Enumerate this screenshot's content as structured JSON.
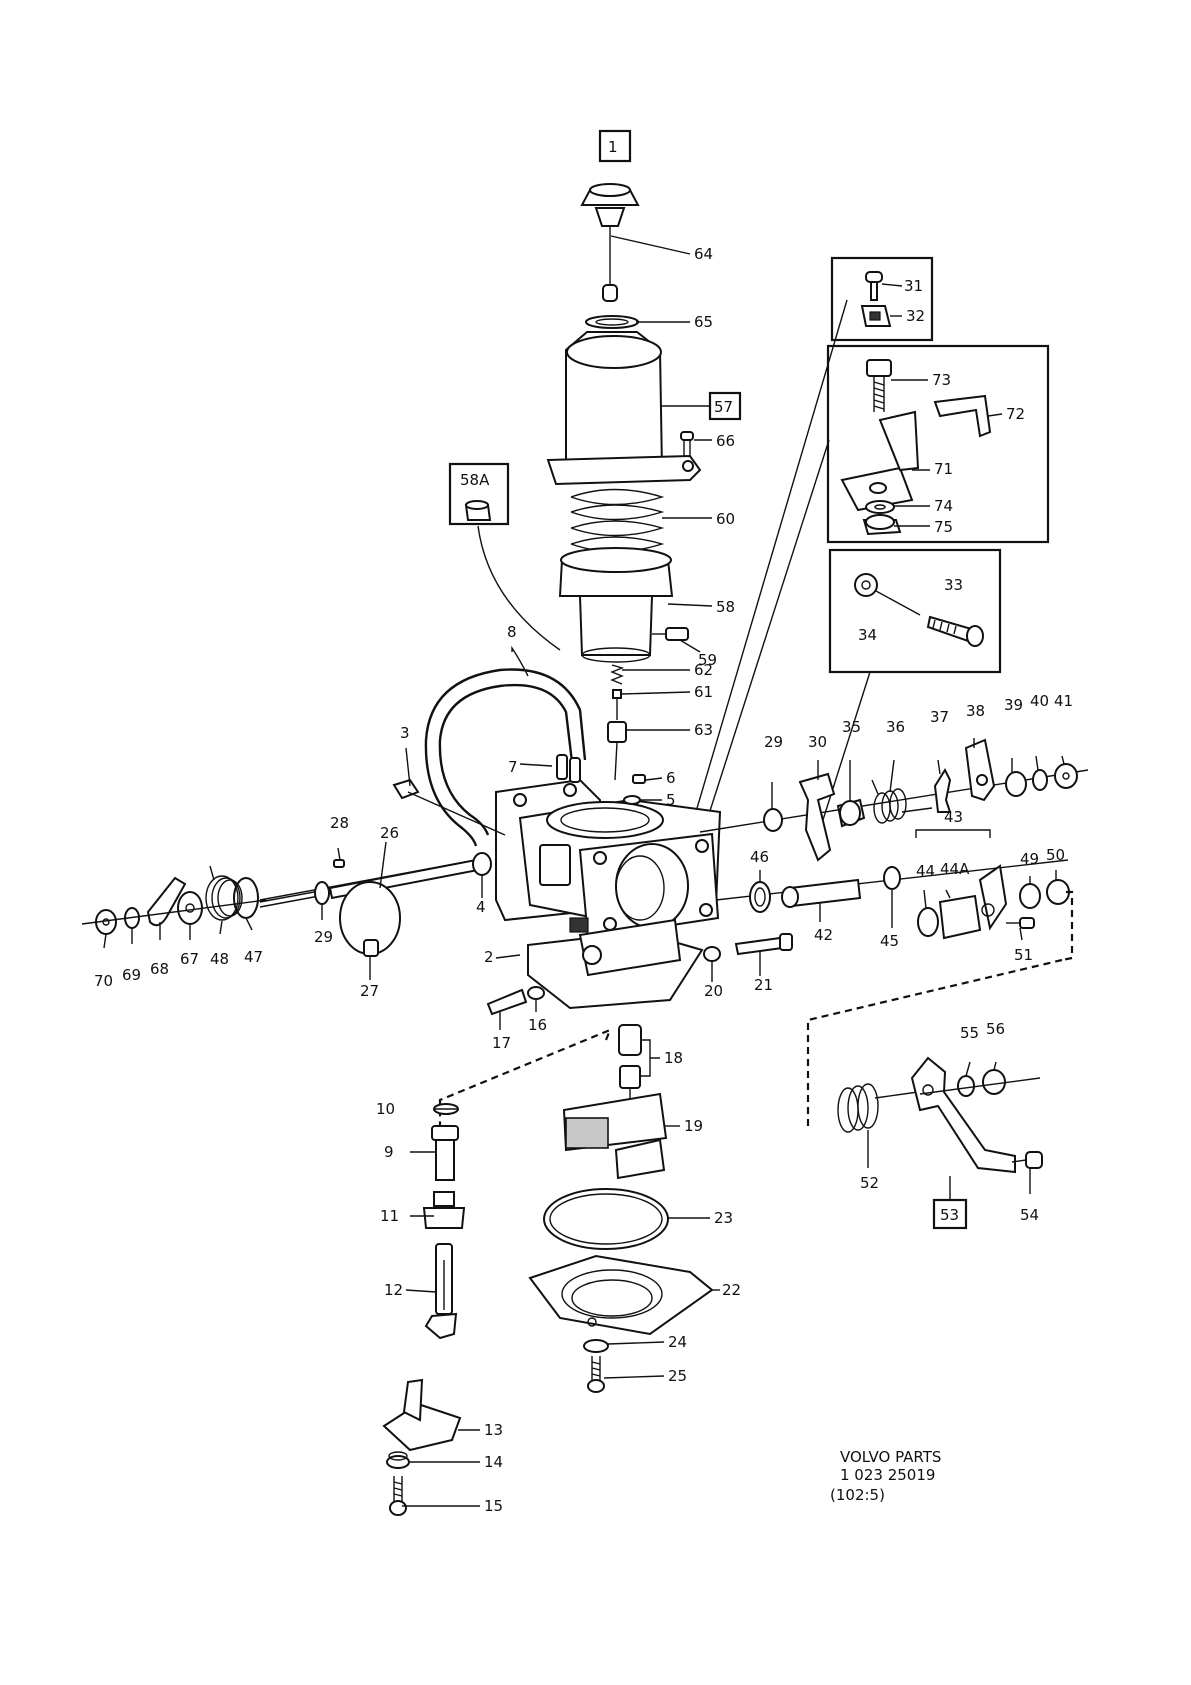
{
  "diagram": {
    "labels": [
      "1",
      "2",
      "3",
      "4",
      "5",
      "6",
      "7",
      "8",
      "9",
      "10",
      "11",
      "12",
      "13",
      "14",
      "15",
      "16",
      "17",
      "18",
      "19",
      "20",
      "21",
      "22",
      "23",
      "24",
      "25",
      "26",
      "27",
      "28",
      "29",
      "29",
      "30",
      "31",
      "32",
      "33",
      "34",
      "35",
      "36",
      "37",
      "38",
      "39",
      "40",
      "41",
      "42",
      "43",
      "44",
      "44A",
      "45",
      "46",
      "47",
      "48",
      "49",
      "50",
      "51",
      "52",
      "53",
      "54",
      "55",
      "56",
      "57",
      "58",
      "58A",
      "59",
      "60",
      "61",
      "62",
      "63",
      "64",
      "65",
      "66",
      "67",
      "68",
      "69",
      "70",
      "71",
      "72",
      "73",
      "74",
      "75"
    ],
    "boxed_labels": [
      "1",
      "57",
      "58A",
      "53"
    ],
    "footer": {
      "line1": "VOLVO PARTS",
      "line2": "1 023 25019",
      "line3": "(102:5)"
    }
  }
}
